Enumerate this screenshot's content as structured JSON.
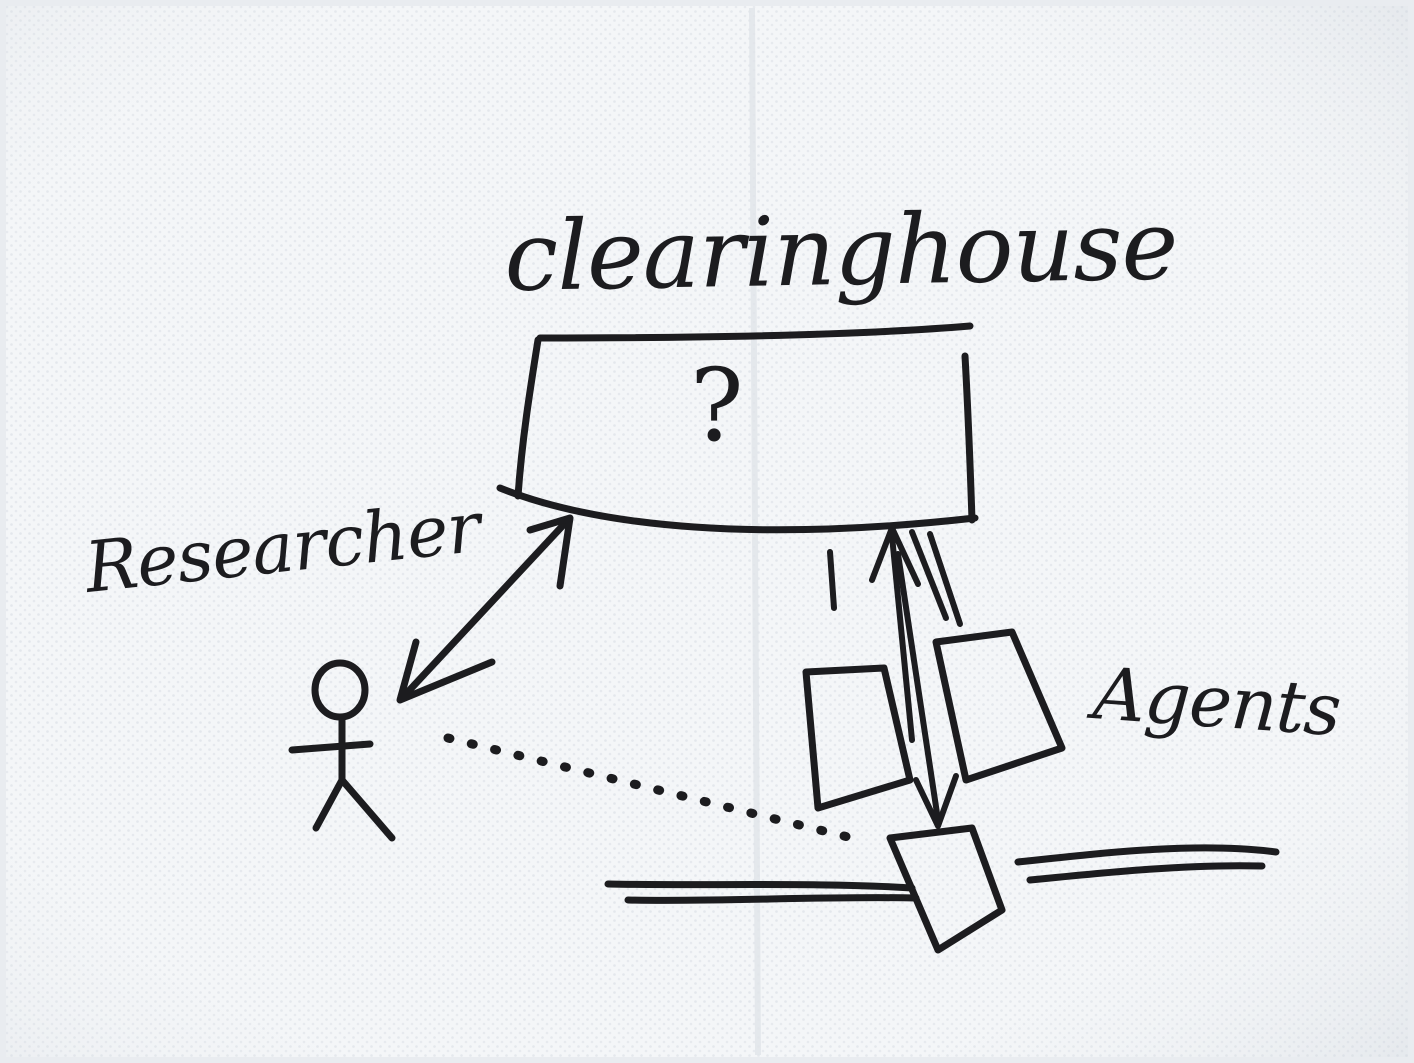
{
  "diagram": {
    "title": "clearinghouse",
    "box_symbol": "?",
    "actor_label": "Researcher",
    "agents_label": "Agents",
    "colors": {
      "ink": "#1c1c1f",
      "napkin": "#f4f6f8",
      "napkin_shadow": "#dde1e6",
      "border": "#d6dbe1"
    }
  }
}
